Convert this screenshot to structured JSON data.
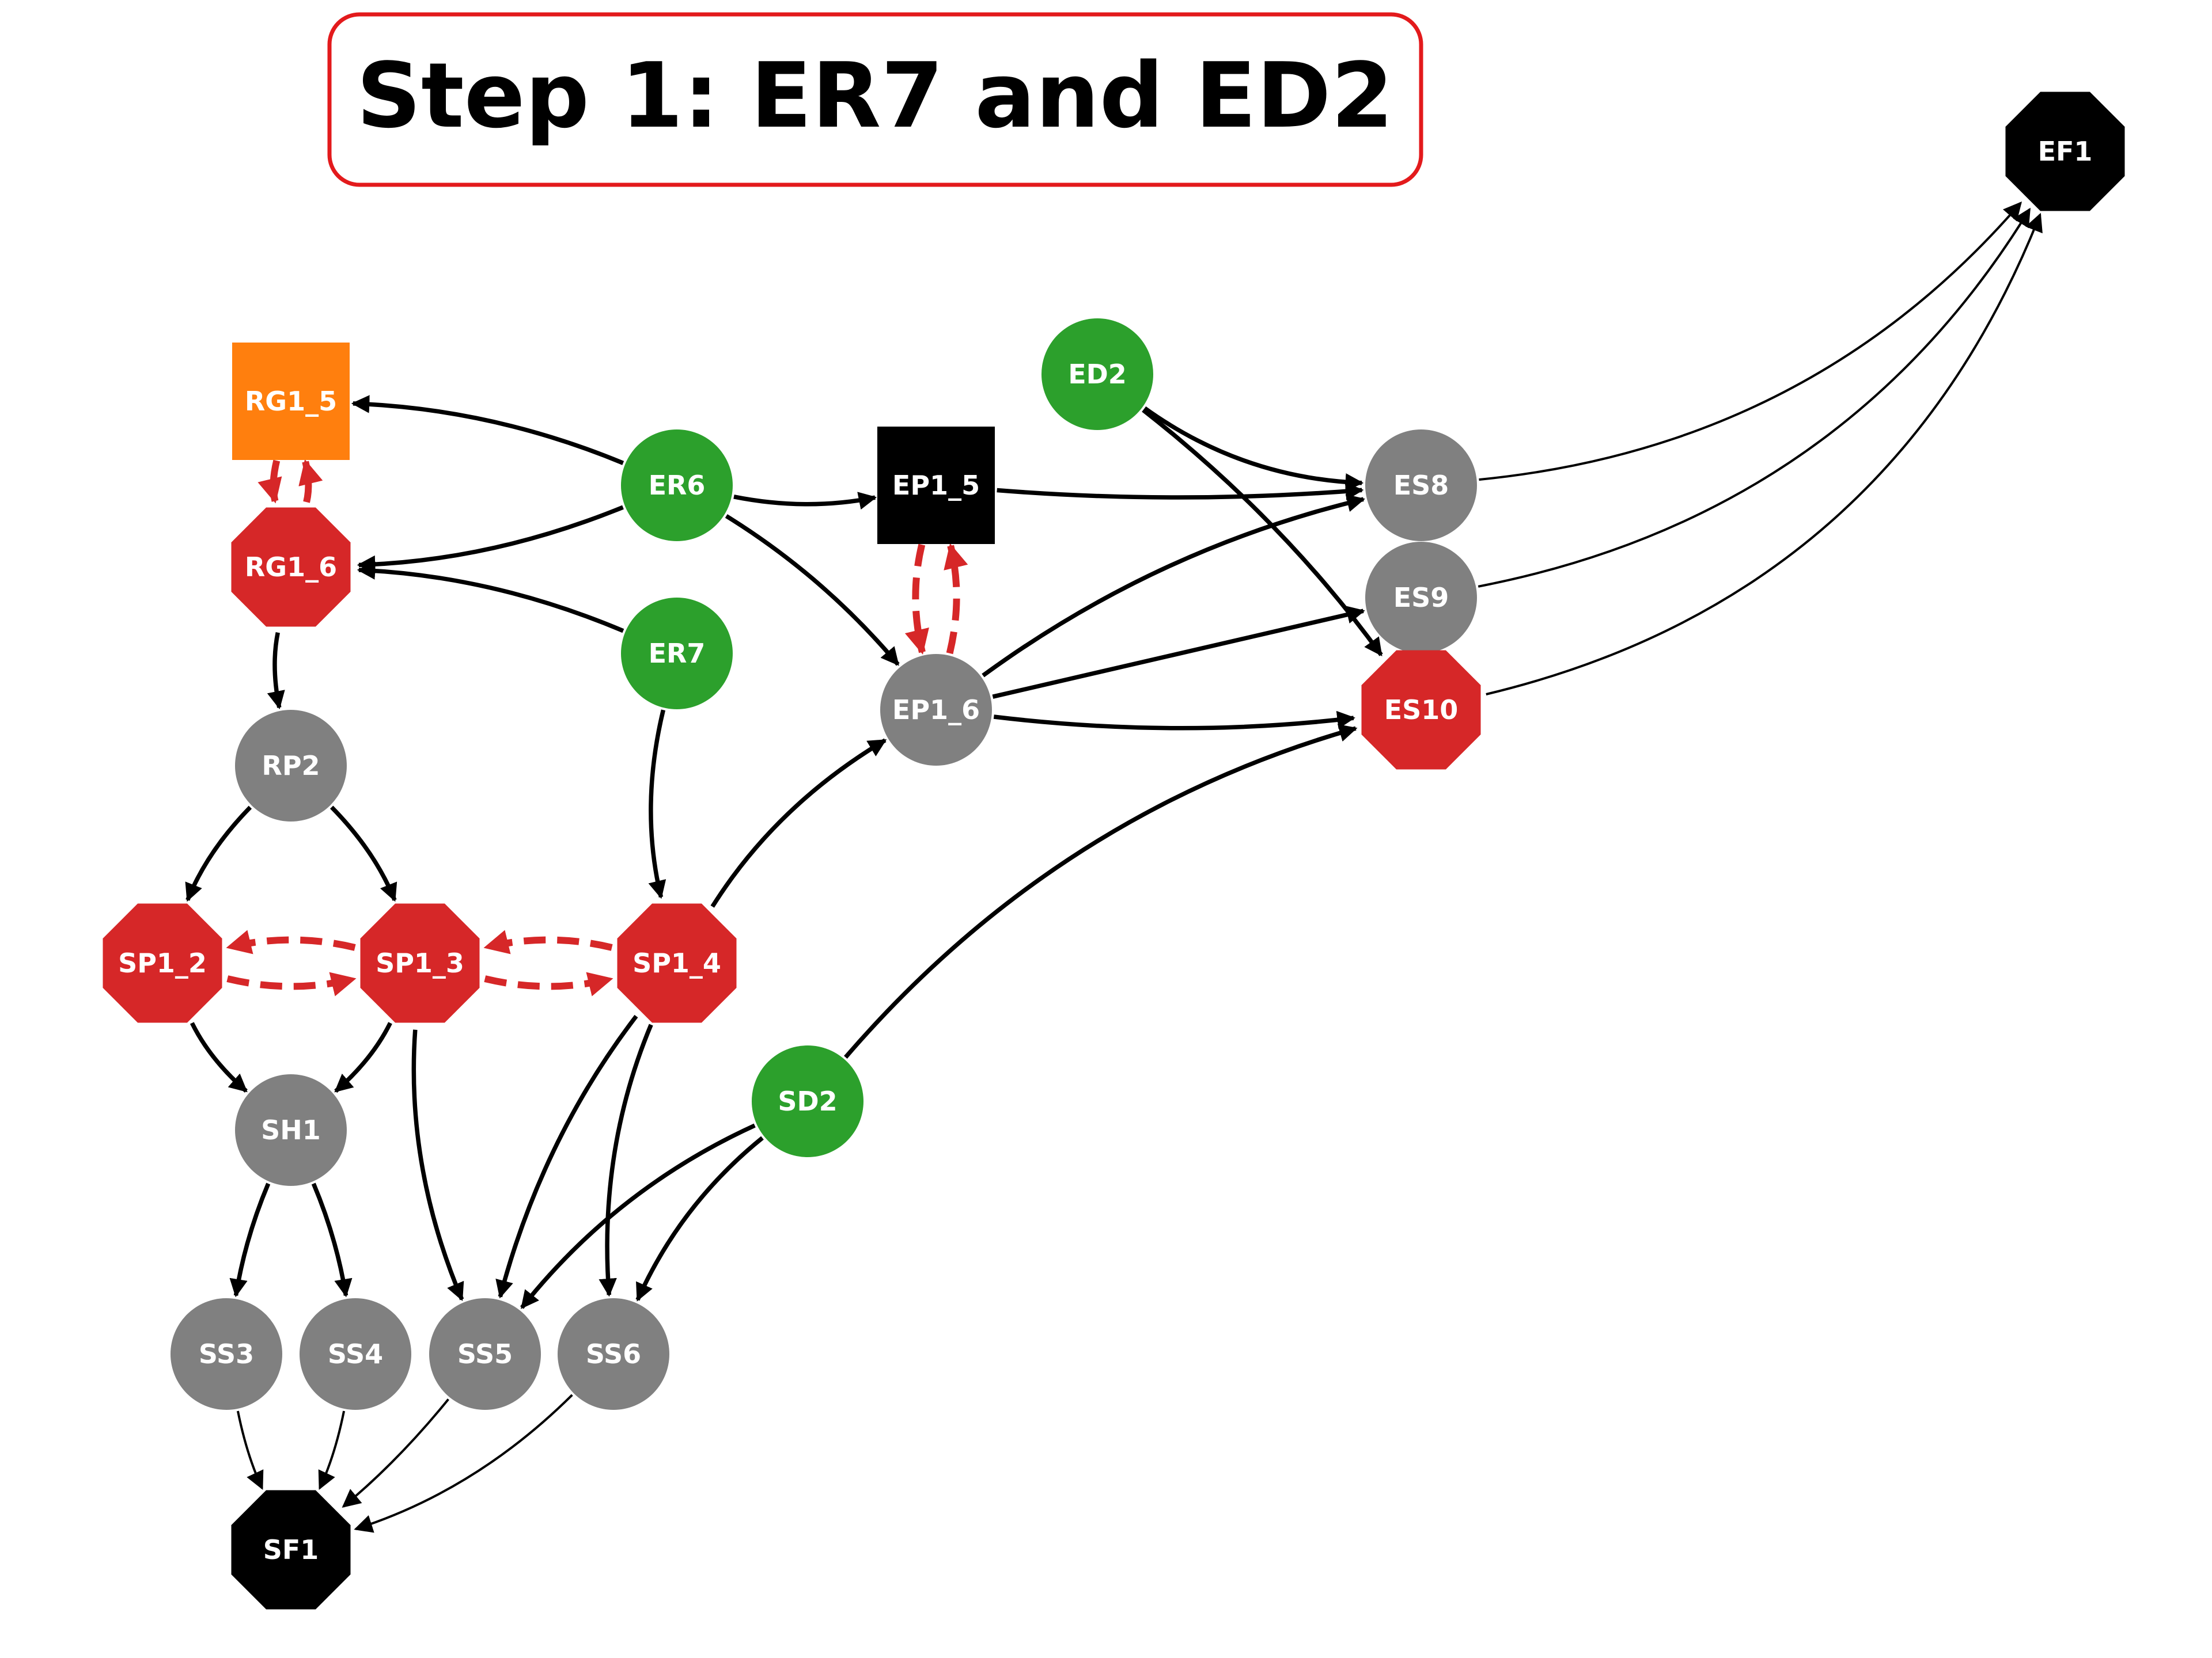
{
  "title": "Step 1: ER7 and ED2",
  "colors": {
    "green": "#2ca02c",
    "gray": "#808080",
    "red": "#d62728",
    "orange": "#ff7f0e",
    "black": "#000000",
    "title_border": "#e31a1c",
    "edge": "#000000",
    "dashed_edge": "#d62728"
  },
  "nodes": [
    {
      "id": "RG1_5",
      "label": "RG1_5",
      "shape": "square",
      "color": "orange"
    },
    {
      "id": "RG1_6",
      "label": "RG1_6",
      "shape": "octagon",
      "color": "red"
    },
    {
      "id": "ER6",
      "label": "ER6",
      "shape": "circle",
      "color": "green"
    },
    {
      "id": "ER7",
      "label": "ER7",
      "shape": "circle",
      "color": "green"
    },
    {
      "id": "EP1_5",
      "label": "EP1_5",
      "shape": "square",
      "color": "black"
    },
    {
      "id": "EP1_6",
      "label": "EP1_6",
      "shape": "circle",
      "color": "gray"
    },
    {
      "id": "ED2",
      "label": "ED2",
      "shape": "circle",
      "color": "green"
    },
    {
      "id": "ES8",
      "label": "ES8",
      "shape": "circle",
      "color": "gray"
    },
    {
      "id": "ES9",
      "label": "ES9",
      "shape": "circle",
      "color": "gray"
    },
    {
      "id": "ES10",
      "label": "ES10",
      "shape": "octagon",
      "color": "red"
    },
    {
      "id": "EF1",
      "label": "EF1",
      "shape": "octagon",
      "color": "black"
    },
    {
      "id": "RP2",
      "label": "RP2",
      "shape": "circle",
      "color": "gray"
    },
    {
      "id": "SP1_2",
      "label": "SP1_2",
      "shape": "octagon",
      "color": "red"
    },
    {
      "id": "SP1_3",
      "label": "SP1_3",
      "shape": "octagon",
      "color": "red"
    },
    {
      "id": "SP1_4",
      "label": "SP1_4",
      "shape": "octagon",
      "color": "red"
    },
    {
      "id": "SD2",
      "label": "SD2",
      "shape": "circle",
      "color": "green"
    },
    {
      "id": "SH1",
      "label": "SH1",
      "shape": "circle",
      "color": "gray"
    },
    {
      "id": "SS3",
      "label": "SS3",
      "shape": "circle",
      "color": "gray"
    },
    {
      "id": "SS4",
      "label": "SS4",
      "shape": "circle",
      "color": "gray"
    },
    {
      "id": "SS5",
      "label": "SS5",
      "shape": "circle",
      "color": "gray"
    },
    {
      "id": "SS6",
      "label": "SS6",
      "shape": "circle",
      "color": "gray"
    },
    {
      "id": "SF1",
      "label": "SF1",
      "shape": "octagon",
      "color": "black"
    }
  ],
  "edges": [
    {
      "from": "ER6",
      "to": "RG1_5",
      "style": "bold"
    },
    {
      "from": "ER6",
      "to": "RG1_6",
      "style": "bold"
    },
    {
      "from": "ER6",
      "to": "EP1_5",
      "style": "bold"
    },
    {
      "from": "ER6",
      "to": "EP1_6",
      "style": "bold"
    },
    {
      "from": "ER7",
      "to": "RG1_6",
      "style": "bold"
    },
    {
      "from": "ER7",
      "to": "SP1_4",
      "style": "bold"
    },
    {
      "from": "RG1_5",
      "to": "RG1_6",
      "style": "dashed"
    },
    {
      "from": "RG1_6",
      "to": "RG1_5",
      "style": "dashed"
    },
    {
      "from": "RG1_6",
      "to": "RP2",
      "style": "bold"
    },
    {
      "from": "RP2",
      "to": "SP1_2",
      "style": "bold"
    },
    {
      "from": "RP2",
      "to": "SP1_3",
      "style": "bold"
    },
    {
      "from": "SP1_2",
      "to": "SP1_3",
      "style": "dashed"
    },
    {
      "from": "SP1_3",
      "to": "SP1_2",
      "style": "dashed"
    },
    {
      "from": "SP1_3",
      "to": "SP1_4",
      "style": "dashed"
    },
    {
      "from": "SP1_4",
      "to": "SP1_3",
      "style": "dashed"
    },
    {
      "from": "SP1_2",
      "to": "SH1",
      "style": "bold"
    },
    {
      "from": "SP1_3",
      "to": "SH1",
      "style": "bold"
    },
    {
      "from": "SP1_3",
      "to": "SS5",
      "style": "bold"
    },
    {
      "from": "SP1_4",
      "to": "SS5",
      "style": "bold"
    },
    {
      "from": "SP1_4",
      "to": "SS6",
      "style": "bold"
    },
    {
      "from": "SP1_4",
      "to": "EP1_6",
      "style": "bold"
    },
    {
      "from": "SH1",
      "to": "SS3",
      "style": "bold"
    },
    {
      "from": "SH1",
      "to": "SS4",
      "style": "bold"
    },
    {
      "from": "SD2",
      "to": "SS5",
      "style": "bold"
    },
    {
      "from": "SD2",
      "to": "SS6",
      "style": "bold"
    },
    {
      "from": "SD2",
      "to": "ES10",
      "style": "bold"
    },
    {
      "from": "SS3",
      "to": "SF1",
      "style": "thin"
    },
    {
      "from": "SS4",
      "to": "SF1",
      "style": "thin"
    },
    {
      "from": "SS5",
      "to": "SF1",
      "style": "thin"
    },
    {
      "from": "SS6",
      "to": "SF1",
      "style": "thin"
    },
    {
      "from": "EP1_5",
      "to": "EP1_6",
      "style": "dashed"
    },
    {
      "from": "EP1_6",
      "to": "EP1_5",
      "style": "dashed"
    },
    {
      "from": "EP1_5",
      "to": "ES8",
      "style": "bold"
    },
    {
      "from": "EP1_6",
      "to": "ES8",
      "style": "bold"
    },
    {
      "from": "EP1_6",
      "to": "ES9",
      "style": "bold"
    },
    {
      "from": "EP1_6",
      "to": "ES10",
      "style": "bold"
    },
    {
      "from": "ED2",
      "to": "ES8",
      "style": "bold"
    },
    {
      "from": "ED2",
      "to": "ES10",
      "style": "bold"
    },
    {
      "from": "ES8",
      "to": "EF1",
      "style": "thin"
    },
    {
      "from": "ES9",
      "to": "EF1",
      "style": "thin"
    },
    {
      "from": "ES10",
      "to": "EF1",
      "style": "thin"
    }
  ]
}
